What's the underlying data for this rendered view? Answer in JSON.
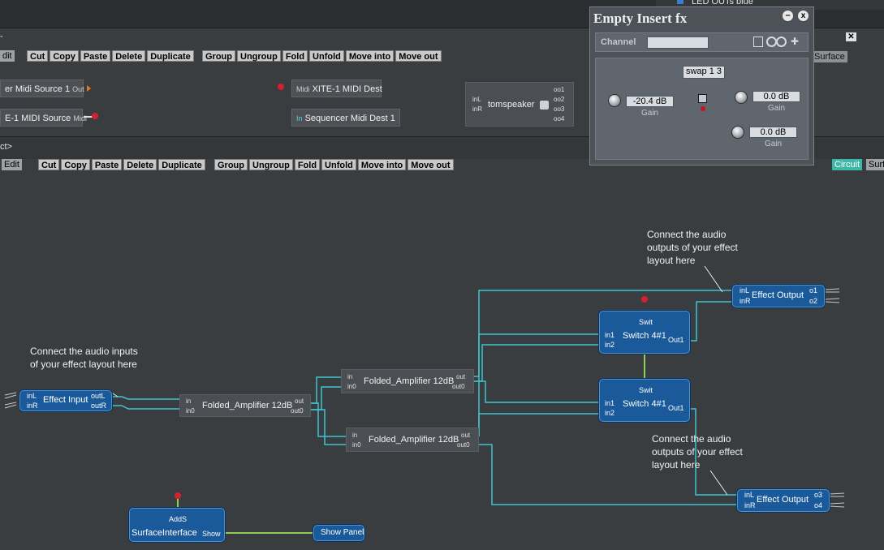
{
  "top_strip": {
    "list_item": "LED OUTs blue"
  },
  "toolbar": {
    "edit_label": "Edit",
    "edit_label_clipped": "dit",
    "cut": "Cut",
    "copy": "Copy",
    "paste": "Paste",
    "delete": "Delete",
    "duplicate": "Duplicate",
    "group": "Group",
    "ungroup": "Ungroup",
    "fold": "Fold",
    "unfold": "Unfold",
    "move_into": "Move into",
    "move_out": "Move out"
  },
  "upper_section": {
    "breadcrumb_fragment": "-",
    "right_tab": "Surface",
    "modules": {
      "midi_source_a": "er Midi Source 1",
      "midi_source_a_port": "Out",
      "midi_source_b": "E-1 MIDI Source",
      "midi_source_b_port": "Midi",
      "midi_dest_a": "XITE-1 MIDI Dest",
      "midi_dest_a_port": "Midi",
      "midi_dest_b": "Sequencer Midi Dest 1",
      "midi_dest_b_port": "In",
      "tomspeaker": "tomspeaker",
      "tomspeaker_in": [
        "inL",
        "inR"
      ],
      "tomspeaker_out": [
        "oo1",
        "oo2",
        "oo3",
        "oo4"
      ]
    }
  },
  "lower_section": {
    "breadcrumb": "ct>",
    "circuit_tab": "Circuit",
    "surface_tab_clipped": "Surf"
  },
  "insert_panel": {
    "title": "Empty Insert fx",
    "channel_label": "Channel",
    "channel_value": "",
    "preset": "swap 1 3",
    "gain_left_value": "-20.4 dB",
    "gain_right_top_value": "0.0 dB",
    "gain_right_bottom_value": "0.0 dB",
    "gain_label": "Gain"
  },
  "graph": {
    "effect_input": {
      "title": "Effect Input",
      "in": [
        "inL",
        "inR"
      ],
      "out": [
        "outL",
        "outR"
      ]
    },
    "amp_a": {
      "title": "Folded_Amplifier 12dB",
      "in": [
        "in",
        "in0"
      ],
      "out": [
        "out",
        "out0"
      ]
    },
    "amp_b": {
      "title": "Folded_Amplifier 12dB",
      "in": [
        "in",
        "in0"
      ],
      "out": [
        "out",
        "out0"
      ]
    },
    "amp_c": {
      "title": "Folded_Amplifier 12dB",
      "in": [
        "in",
        "in0"
      ],
      "out": [
        "out",
        "out0"
      ]
    },
    "switch_a": {
      "top": "Swit",
      "title": "Switch 4#1",
      "in": [
        "in1",
        "in2"
      ],
      "out": "Out1"
    },
    "switch_b": {
      "top": "Swit",
      "title": "Switch 4#1",
      "in": [
        "in1",
        "in2"
      ],
      "out": "Out1"
    },
    "effect_output_a": {
      "title": "Effect Output",
      "in": [
        "inL",
        "inR"
      ],
      "out": [
        "o1",
        "o2"
      ]
    },
    "effect_output_b": {
      "title": "Effect Output",
      "in": [
        "inL",
        "inR"
      ],
      "out": [
        "o3",
        "o4"
      ]
    },
    "surface_interface": {
      "top": "AddS",
      "title": "SurfaceInterface",
      "port": "Show"
    },
    "show_panel": {
      "title": "Show Panel"
    },
    "notes": {
      "inputs": [
        "Connect the audio inputs",
        "of your effect  layout here"
      ],
      "outputs_a": [
        "Connect the audio",
        "outputs of your effect",
        "layout here"
      ],
      "outputs_b": [
        "Connect the audio",
        "outputs of your effect",
        "layout here"
      ]
    }
  },
  "colors": {
    "wire": "#3fc3cf",
    "control_wire": "#9be05a",
    "module_blue": "#1a5a9a",
    "module_grey": "#4b4e52"
  }
}
